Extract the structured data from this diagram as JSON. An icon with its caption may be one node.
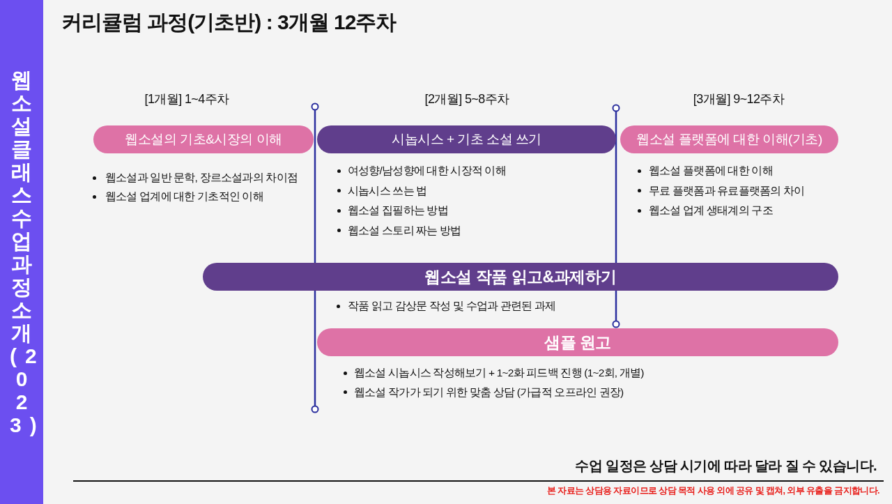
{
  "diagram": {
    "title": "커리큘럼 과정(기초반) : 3개월 12주차",
    "nodes": [
      {
        "text": [
          "웹소설 클래스 수업 과정 소개 (2023)"
        ]
      },
      {
        "text": [
          "웹소설의 기초&시장의 이해"
        ],
        "beside": [
          "웹소설과 일반 문학, 장르소설과의 차이점",
          "웹소설 업계에 대한 기초적인 이해"
        ]
      },
      {
        "text": [
          "시놉시스 + 기초 소설 쓰기"
        ],
        "beside": [
          "여성향/남성향에 대한 시장적 이해",
          "시놉시스 쓰는 법",
          "웹소설 집필하는 방법",
          "웹소설 스토리 짜는 방법"
        ]
      },
      {
        "text": [
          "웹소설 플랫폼에 대한 이해(기초)"
        ],
        "beside": [
          "웹소설 플랫폼에 대한 이해",
          "무료 플랫폼과 유료플랫폼의 차이",
          "웹소설 업계 생태계의 구조"
        ]
      },
      {
        "text": [
          "웹소설 작품 읽고&과제하기"
        ],
        "beside": [
          "작품 읽고 감상문 작성 및 수업과 관련된 과제"
        ]
      },
      {
        "text": [
          "샘플 원고"
        ],
        "beside": [
          "웹소설 시놉시스 작성해보기 + 1~2화 피드백 진행 (1~2회, 개별)",
          "웹소설 작가가 되기 위한 맞춤 상담 (가급적 오프라인 권장)"
        ]
      }
    ],
    "labels": [
      "[1개월] 1~4주차",
      "[2개월] 5~8주차",
      "[3개월] 9~12주차",
      "수업 일정은 상담 시기에 따라 달라 질 수 있습니다.",
      "본 자료는 상담용 자료이므로 상담 목적 사용 외에 공유 및 캡쳐, 외부 유출을 금지합니다."
    ]
  }
}
